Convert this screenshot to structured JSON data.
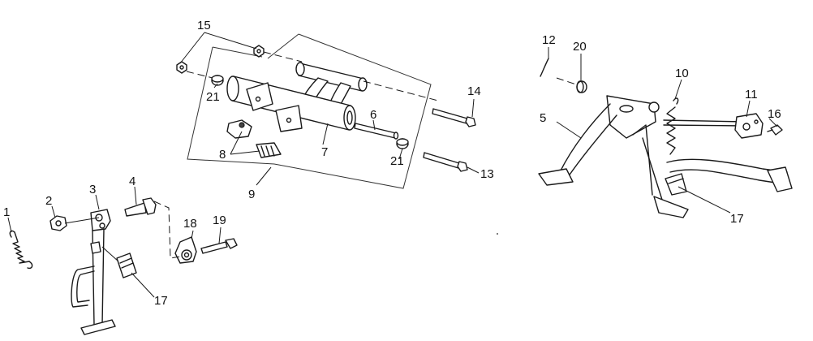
{
  "diagram": {
    "labels": {
      "p1": "1",
      "p2": "2",
      "p3": "3",
      "p4": "4",
      "p5": "5",
      "p6": "6",
      "p7": "7",
      "p8": "8",
      "p9": "9",
      "p10": "10",
      "p11": "11",
      "p12": "12",
      "p13": "13",
      "p14": "14",
      "p15": "15",
      "p16": "16",
      "p17a": "17",
      "p17b": "17",
      "p18": "18",
      "p19": "19",
      "p20": "20",
      "p21a": "21",
      "p21b": "21"
    }
  }
}
